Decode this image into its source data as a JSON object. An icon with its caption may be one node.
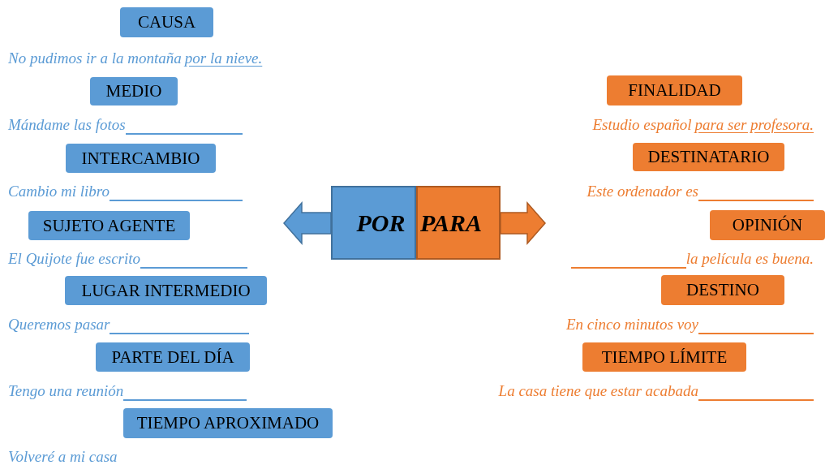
{
  "diagram": {
    "nodes": [
      {
        "text": [
          "CAUSA"
        ],
        "beside": [
          "No pudimos ir a la montaña",
          "por la nieve."
        ]
      },
      {
        "text": [
          "MEDIO"
        ],
        "beside": [
          "Mándame las fotos"
        ]
      },
      {
        "text": [
          "INTERCAMBIO"
        ],
        "beside": [
          "Cambio mi libro"
        ]
      },
      {
        "text": [
          "SUJETO AGENTE"
        ],
        "beside": [
          "El Quijote fue escrito"
        ]
      },
      {
        "text": [
          "LUGAR INTERMEDIO"
        ],
        "beside": [
          "Queremos pasar"
        ]
      },
      {
        "text": [
          "PARTE DEL DÍA"
        ],
        "beside": [
          "Tengo una reunión"
        ]
      },
      {
        "text": [
          "TIEMPO APROXIMADO"
        ],
        "beside": [
          "Volveré a mi casa"
        ]
      },
      {
        "text": [
          "POR"
        ]
      },
      {
        "text": [
          "PARA"
        ]
      },
      {
        "text": [
          "FINALIDAD"
        ],
        "beside": [
          "Estudio español",
          "para ser profesora."
        ]
      },
      {
        "text": [
          "DESTINATARIO"
        ],
        "beside": [
          "Este ordenador es"
        ]
      },
      {
        "text": [
          "OPINIÓN"
        ],
        "beside": [
          "la película es buena."
        ]
      },
      {
        "text": [
          "DESTINO"
        ],
        "beside": [
          "En cinco minutos voy"
        ]
      },
      {
        "text": [
          "TIEMPO LÍMITE"
        ],
        "beside": [
          "La casa tiene que estar acabada"
        ]
      }
    ]
  }
}
